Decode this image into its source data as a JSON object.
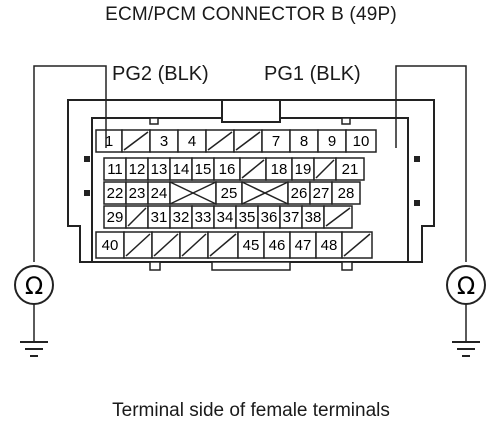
{
  "title": "ECM/PCM CONNECTOR B (49P)",
  "caption": "Terminal side of female terminals",
  "pin_labels": {
    "left": "PG2 (BLK)",
    "right": "PG1 (BLK)"
  },
  "meter_symbol": "Ω",
  "rows": [
    [
      "1",
      "",
      "3",
      "4",
      "",
      "",
      "7",
      "8",
      "9",
      "10"
    ],
    [
      "11",
      "12",
      "13",
      "14",
      "15",
      "16",
      "",
      "18",
      "19",
      "",
      "21"
    ],
    [
      "22",
      "23",
      "24",
      "",
      "",
      "25",
      "",
      "",
      "26",
      "27",
      "28"
    ],
    [
      "29",
      "",
      "31",
      "32",
      "33",
      "34",
      "35",
      "36",
      "37",
      "38",
      ""
    ],
    [
      "40",
      "",
      "",
      "",
      "",
      "45",
      "46",
      "47",
      "48",
      ""
    ]
  ]
}
